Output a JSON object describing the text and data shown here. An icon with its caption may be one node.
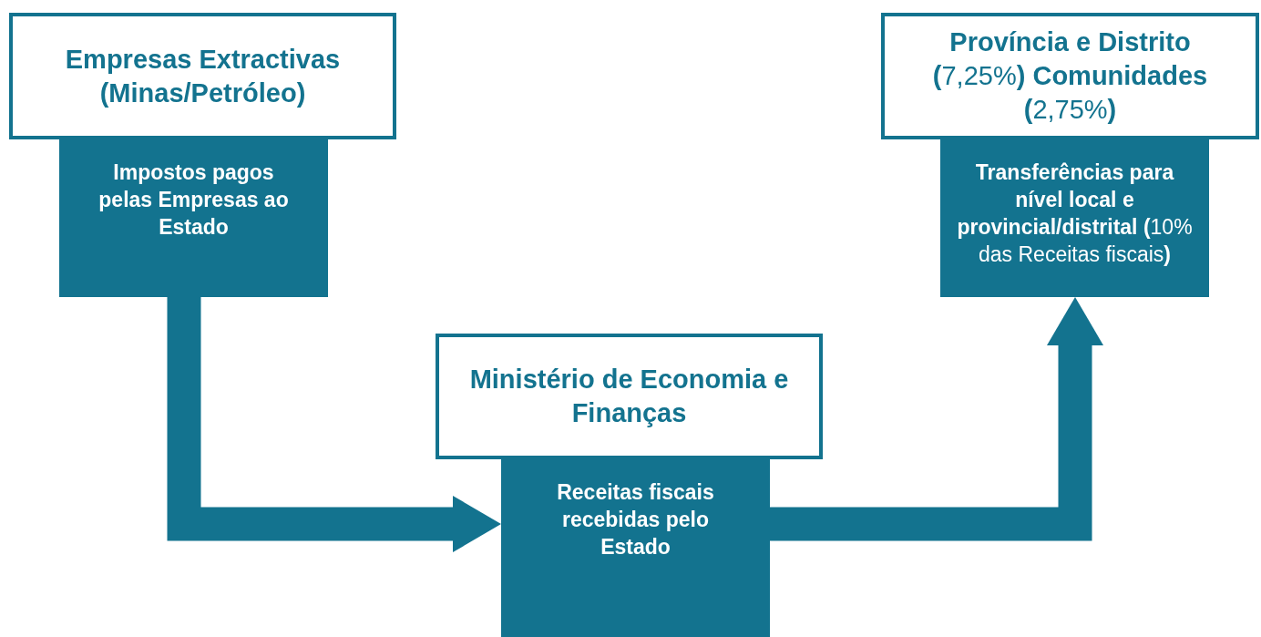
{
  "diagram": {
    "nodes": [
      {
        "text": [
          "Empresas Extractivas (Minas/Petróleo)"
        ]
      },
      {
        "text": [
          "Impostos pagos pelas Empresas ao Estado"
        ]
      },
      {
        "text": [
          "**Província e Distrito (**7,25%**) Comunidades (**2,75%**)**"
        ]
      },
      {
        "text": [
          "**Transferências para nível local e provincial/distrital (**10% das Receitas fiscais**)**"
        ]
      },
      {
        "text": [
          "Ministério de Economia e Finanças"
        ]
      },
      {
        "text": [
          "Receitas fiscais recebidas pelo Estado"
        ]
      }
    ],
    "edges": [
      {
        "from": 1,
        "to": 5,
        "arrow": "to"
      },
      {
        "from": 5,
        "to": 3,
        "arrow": "to"
      }
    ]
  }
}
